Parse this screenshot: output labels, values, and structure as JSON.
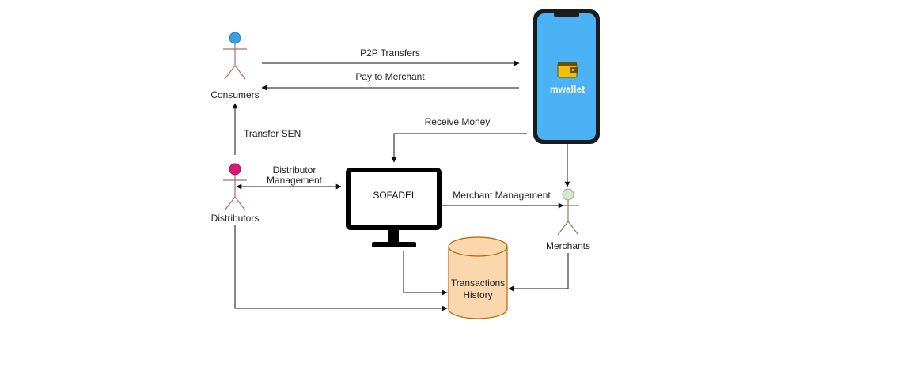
{
  "diagram": {
    "actors": {
      "consumers": "Consumers",
      "distributors": "Distributors",
      "merchants": "Merchants"
    },
    "nodes": {
      "app_name": "mwallet",
      "system": "SOFADEL",
      "database_line1": "Transactions",
      "database_line2": "History"
    },
    "edges": {
      "p2p": "P2P Transfers",
      "pay_merchant": "Pay to Merchant",
      "receive_money": "Receive Money",
      "transfer_sen": "Transfer SEN",
      "distributor_mgmt_line1": "Distributor",
      "distributor_mgmt_line2": "Management",
      "merchant_mgmt": "Merchant Management"
    },
    "colors": {
      "consumer_head": "#3aa0e0",
      "distributor_head": "#d81b72",
      "merchant_head": "#d5e8d4",
      "actor_line": "#a07070",
      "phone_screen": "#4bb3f5",
      "database_fill": "#fad7ac",
      "database_stroke": "#b46504"
    }
  }
}
